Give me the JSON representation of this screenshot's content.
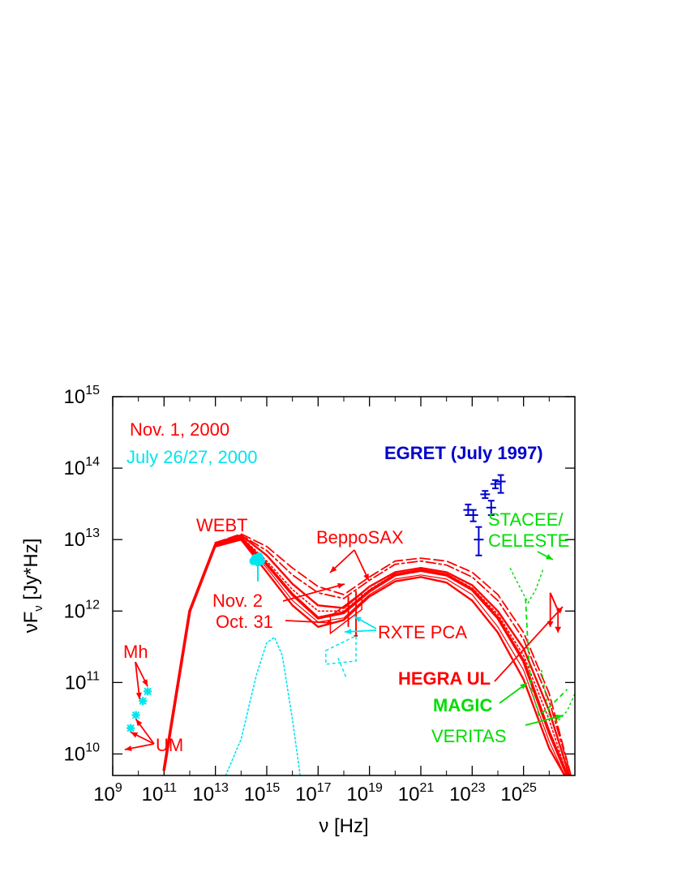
{
  "chart_data": {
    "type": "line",
    "log_x": true,
    "log_y": true,
    "xlim": [
      1000000000.0,
      1e+27
    ],
    "ylim": [
      5000000000.0,
      1000000000000000.0
    ],
    "xlabel": "ν [Hz]",
    "ylabel_main": "νF",
    "ylabel_sub": "ν",
    "ylabel_unit": " [Jy*Hz]",
    "x_ticks": [
      {
        "base": "10",
        "exp": "9",
        "value": 1000000000.0
      },
      {
        "base": "10",
        "exp": "11",
        "value": 100000000000.0
      },
      {
        "base": "10",
        "exp": "13",
        "value": 10000000000000.0
      },
      {
        "base": "10",
        "exp": "15",
        "value": 1000000000000000.0
      },
      {
        "base": "10",
        "exp": "17",
        "value": 1e+17
      },
      {
        "base": "10",
        "exp": "19",
        "value": 1e+19
      },
      {
        "base": "10",
        "exp": "21",
        "value": 1e+21
      },
      {
        "base": "10",
        "exp": "23",
        "value": 1e+23
      },
      {
        "base": "10",
        "exp": "25",
        "value": 1e+25
      }
    ],
    "y_ticks": [
      {
        "base": "10",
        "exp": "10",
        "value": 10000000000.0
      },
      {
        "base": "10",
        "exp": "11",
        "value": 100000000000.0
      },
      {
        "base": "10",
        "exp": "12",
        "value": 1000000000000.0
      },
      {
        "base": "10",
        "exp": "13",
        "value": 10000000000000.0
      },
      {
        "base": "10",
        "exp": "14",
        "value": 100000000000000.0
      },
      {
        "base": "10",
        "exp": "15",
        "value": 1000000000000000.0
      }
    ],
    "grid": false,
    "colors": {
      "nov1": "#ff0000",
      "july": "#00e5ee",
      "egret": "#0000cc",
      "future": "#00dd00"
    },
    "legend_entries": [
      {
        "text": "Nov. 1, 2000",
        "color": "#ff0000"
      },
      {
        "text": "July 26/27, 2000",
        "color": "#00e5ee"
      }
    ],
    "labels": {
      "egret": "EGRET (July 1997)",
      "webt": "WEBT",
      "beppo": "BeppoSAX",
      "nov2": "Nov. 2",
      "oct31": "Oct. 31",
      "rxte": "RXTE PCA",
      "hegra": "HEGRA UL",
      "magic": "MAGIC",
      "veritas": "VERITAS",
      "stacee1": "STACEE/",
      "stacee2": "CELESTE",
      "mh": "Mh",
      "um": "UM"
    },
    "series": [
      {
        "key": "model-main",
        "color": "#ff0000",
        "width": 3.6,
        "dash": "",
        "points": [
          [
            100000000000.0,
            6000000000.0
          ],
          [
            1000000000000.0,
            1000000000000.0
          ],
          [
            10000000000000.0,
            8500000000000.0
          ],
          [
            100000000000000.0,
            10500000000000.0
          ],
          [
            1000000000000000.0,
            4500000000000.0
          ],
          [
            1e+16,
            1700000000000.0
          ],
          [
            1e+17,
            800000000000.0
          ],
          [
            1e+18,
            950000000000.0
          ],
          [
            1e+19,
            1900000000000.0
          ],
          [
            1e+20,
            3200000000000.0
          ],
          [
            1e+21,
            3700000000000.0
          ],
          [
            1e+22,
            3200000000000.0
          ],
          [
            1e+23,
            2000000000000.0
          ],
          [
            1e+24,
            800000000000.0
          ],
          [
            1e+25,
            200000000000.0
          ],
          [
            1e+26,
            20000000000.0
          ],
          [
            5e+26,
            5000000000.0
          ]
        ]
      },
      {
        "key": "model-nov2",
        "color": "#ff0000",
        "width": 2.4,
        "dash": "",
        "points": [
          [
            10000000000000.0,
            9000000000000.0
          ],
          [
            100000000000000.0,
            11500000000000.0
          ],
          [
            1000000000000000.0,
            6000000000000.0
          ],
          [
            1e+16,
            2400000000000.0
          ],
          [
            1e+17,
            1200000000000.0
          ],
          [
            1e+18,
            1100000000000.0
          ],
          [
            1e+19,
            2200000000000.0
          ],
          [
            1e+20,
            3500000000000.0
          ],
          [
            1e+21,
            4000000000000.0
          ],
          [
            1e+22,
            3500000000000.0
          ],
          [
            1e+23,
            2300000000000.0
          ],
          [
            1e+24,
            1000000000000.0
          ],
          [
            1e+25,
            300000000000.0
          ],
          [
            1e+26,
            40000000000.0
          ],
          [
            6e+26,
            5000000000.0
          ]
        ]
      },
      {
        "key": "model-oct31",
        "color": "#ff0000",
        "width": 2.4,
        "dash": "",
        "points": [
          [
            10000000000000.0,
            8000000000000.0
          ],
          [
            100000000000000.0,
            10000000000000.0
          ],
          [
            1000000000000000.0,
            3500000000000.0
          ],
          [
            1e+16,
            1200000000000.0
          ],
          [
            1e+17,
            600000000000.0
          ],
          [
            1e+18,
            750000000000.0
          ],
          [
            1e+19,
            1600000000000.0
          ],
          [
            1e+20,
            2600000000000.0
          ],
          [
            1e+21,
            3000000000000.0
          ],
          [
            1e+22,
            2500000000000.0
          ],
          [
            1e+23,
            1400000000000.0
          ],
          [
            1e+24,
            500000000000.0
          ],
          [
            1e+25,
            110000000000.0
          ],
          [
            1e+26,
            12000000000.0
          ],
          [
            4e+26,
            5000000000.0
          ]
        ]
      },
      {
        "key": "model-dash1",
        "color": "#ff0000",
        "width": 1.8,
        "dash": "12,5",
        "points": [
          [
            10000000000000.0,
            9000000000000.0
          ],
          [
            100000000000000.0,
            12000000000000.0
          ],
          [
            1000000000000000.0,
            8000000000000.0
          ],
          [
            1e+16,
            4000000000000.0
          ],
          [
            1e+17,
            2200000000000.0
          ],
          [
            1e+18,
            1700000000000.0
          ],
          [
            1e+19,
            3000000000000.0
          ],
          [
            1e+20,
            5000000000000.0
          ],
          [
            1e+21,
            5500000000000.0
          ],
          [
            1e+22,
            5000000000000.0
          ],
          [
            1e+23,
            3500000000000.0
          ],
          [
            1e+24,
            1700000000000.0
          ],
          [
            1e+25,
            500000000000.0
          ],
          [
            1e+26,
            70000000000.0
          ],
          [
            7e+26,
            5000000000.0
          ]
        ]
      },
      {
        "key": "model-dashdot",
        "color": "#ff0000",
        "width": 1.8,
        "dash": "12,4,3,4",
        "points": [
          [
            10000000000000.0,
            9000000000000.0
          ],
          [
            100000000000000.0,
            11500000000000.0
          ],
          [
            1000000000000000.0,
            7000000000000.0
          ],
          [
            1e+16,
            3200000000000.0
          ],
          [
            1e+17,
            1800000000000.0
          ],
          [
            1e+18,
            1500000000000.0
          ],
          [
            1e+19,
            2700000000000.0
          ],
          [
            1e+20,
            4500000000000.0
          ],
          [
            1e+21,
            5000000000000.0
          ],
          [
            1e+22,
            4400000000000.0
          ],
          [
            1e+23,
            3000000000000.0
          ],
          [
            1e+24,
            1400000000000.0
          ],
          [
            1e+25,
            400000000000.0
          ],
          [
            1e+26,
            55000000000.0
          ],
          [
            7e+26,
            5000000000.0
          ]
        ]
      },
      {
        "key": "model-dot",
        "color": "#ff0000",
        "width": 1.6,
        "dash": "2,3",
        "points": [
          [
            10000000000000.0,
            9000000000000.0
          ],
          [
            100000000000000.0,
            11000000000000.0
          ],
          [
            1000000000000000.0,
            5000000000000.0
          ],
          [
            1e+16,
            2000000000000.0
          ],
          [
            1e+17,
            1000000000000.0
          ],
          [
            1e+18,
            1000000000000.0
          ],
          [
            1e+19,
            2000000000000.0
          ],
          [
            1e+20,
            3300000000000.0
          ],
          [
            1e+21,
            3800000000000.0
          ],
          [
            1e+22,
            3300000000000.0
          ],
          [
            1e+23,
            2100000000000.0
          ],
          [
            1e+24,
            900000000000.0
          ],
          [
            1e+25,
            240000000000.0
          ],
          [
            1e+26,
            30000000000.0
          ],
          [
            5e+26,
            5000000000.0
          ]
        ]
      },
      {
        "key": "model-thin",
        "color": "#ff0000",
        "width": 1.2,
        "dash": "",
        "points": [
          [
            10000000000000.0,
            8000000000000.0
          ],
          [
            100000000000000.0,
            10000000000000.0
          ],
          [
            1000000000000000.0,
            4000000000000.0
          ],
          [
            1e+16,
            1400000000000.0
          ],
          [
            1e+17,
            700000000000.0
          ],
          [
            1e+18,
            800000000000.0
          ],
          [
            1e+19,
            1700000000000.0
          ],
          [
            1e+20,
            2800000000000.0
          ],
          [
            1e+21,
            3200000000000.0
          ],
          [
            1e+22,
            2800000000000.0
          ],
          [
            1e+23,
            1700000000000.0
          ],
          [
            1e+24,
            600000000000.0
          ],
          [
            1e+25,
            150000000000.0
          ],
          [
            1e+26,
            15000000000.0
          ],
          [
            4e+26,
            5000000000.0
          ]
        ]
      },
      {
        "key": "july-thermal",
        "color": "#00e5ee",
        "width": 1.6,
        "dash": "2,3",
        "points": [
          [
            25000000000000.0,
            5000000000.0
          ],
          [
            100000000000000.0,
            16000000000.0
          ],
          [
            400000000000000.0,
            130000000000.0
          ],
          [
            1000000000000000.0,
            360000000000.0
          ],
          [
            2000000000000000.0,
            430000000000.0
          ],
          [
            4000000000000000.0,
            240000000000.0
          ],
          [
            1e+16,
            30000000000.0
          ],
          [
            2e+16,
            5000000000.0
          ]
        ]
      }
    ],
    "radio_points": [
      {
        "x": 5000000000.0,
        "y": 23000000000.0
      },
      {
        "x": 8000000000.0,
        "y": 35000000000.0
      },
      {
        "x": 15000000000.0,
        "y": 55000000000.0
      },
      {
        "x": 23000000000.0,
        "y": 75000000000.0
      }
    ],
    "mh_points": [
      {
        "x": 23000000000.0,
        "y": 88000000000.0
      },
      {
        "x": 15000000000.0,
        "y": 58000000000.0
      }
    ],
    "um_point": {
      "x": 2200000000.0,
      "y": 11500000000.0
    },
    "optical_points": [
      {
        "x": 300000000000000.0,
        "y": 5000000000000.0
      },
      {
        "x": 350000000000000.0,
        "y": 5500000000000.0
      },
      {
        "x": 400000000000000.0,
        "y": 5200000000000.0
      },
      {
        "x": 450000000000000.0,
        "y": 4800000000000.0
      },
      {
        "x": 500000000000000.0,
        "y": 5800000000000.0
      },
      {
        "x": 600000000000000.0,
        "y": 5000000000000.0
      }
    ],
    "egret_points": [
      {
        "x": 7e+22,
        "y": 26000000000000.0,
        "ylo": 22000000000000.0,
        "yhi": 31000000000000.0
      },
      {
        "x": 1.1e+23,
        "y": 22000000000000.0,
        "ylo": 18000000000000.0,
        "yhi": 26000000000000.0
      },
      {
        "x": 1.8e+23,
        "y": 10000000000000.0,
        "ylo": 6000000000000.0,
        "yhi": 15000000000000.0
      },
      {
        "x": 3.2e+23,
        "y": 43000000000000.0,
        "ylo": 38000000000000.0,
        "yhi": 48000000000000.0
      },
      {
        "x": 5.5e+23,
        "y": 28000000000000.0,
        "ylo": 22000000000000.0,
        "yhi": 35000000000000.0
      },
      {
        "x": 8e+23,
        "y": 60000000000000.0,
        "ylo": 52000000000000.0,
        "yhi": 68000000000000.0
      },
      {
        "x": 1.3e+24,
        "y": 65000000000000.0,
        "ylo": 45000000000000.0,
        "yhi": 80000000000000.0
      }
    ],
    "beppo_bowties": [
      {
        "x0": 3e+17,
        "x1": 5e+18,
        "y0": 650000000000.0,
        "y1": 1500000000000.0
      }
    ],
    "hegra_ul": [
      {
        "x": 1.1e+26,
        "y": 1800000000000.0,
        "ylo": 600000000000.0
      },
      {
        "x": 2.2e+26,
        "y": 1100000000000.0,
        "ylo": 500000000000.0
      }
    ]
  }
}
